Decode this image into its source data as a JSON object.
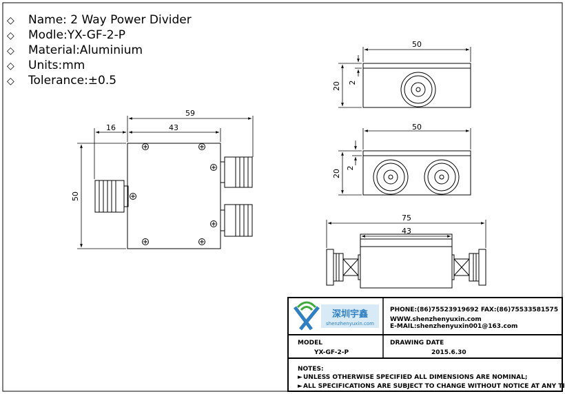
{
  "specs": [
    {
      "label": "Name: 2 Way Power Divider"
    },
    {
      "label": "Modle:YX-GF-2-P"
    },
    {
      "label": "Material:Aluminium"
    },
    {
      "label": "Units:mm"
    },
    {
      "label": "Tolerance:±0.5"
    }
  ],
  "bullet_glyph": "◇",
  "dims": {
    "front_total_width": "59",
    "front_left_offset": "16",
    "front_body_width": "43",
    "front_height": "50",
    "top_width": "50",
    "top_height": "20",
    "top_step": "2",
    "mid_width": "50",
    "mid_height": "20",
    "mid_step": "2",
    "side_total": "75",
    "side_body": "43"
  },
  "title_block": {
    "company_cn": "深圳宇鑫",
    "company_url": "shenzhenyuxin.com",
    "phone_fax": "PHONE:(86)75523919692  FAX:(86)75533581575",
    "website": "WWW.shenzhenyuxin.com",
    "email": "E-MAIL:shenzhenyuxin001@163.com",
    "model_label": "MODEL",
    "model_value": "YX-GF-2-P",
    "date_label": "DRAWING DATE",
    "date_value": "2015.6.30",
    "notes_label": "NOTES:",
    "note_1": "UNLESS OTHERWISE SPECIFIED ALL DIMENSIONS ARE NOMINAL;",
    "note_2": "ALL SPECIFICATIONS ARE SUBJECT TO CHANGE WITHOUT NOTICE AT ANY TIME.",
    "note_arrow": "►"
  },
  "colors": {
    "logo_green": "#3daa3a",
    "logo_blue": "#2f7fc1",
    "logo_bg": "#d7eaf5"
  }
}
